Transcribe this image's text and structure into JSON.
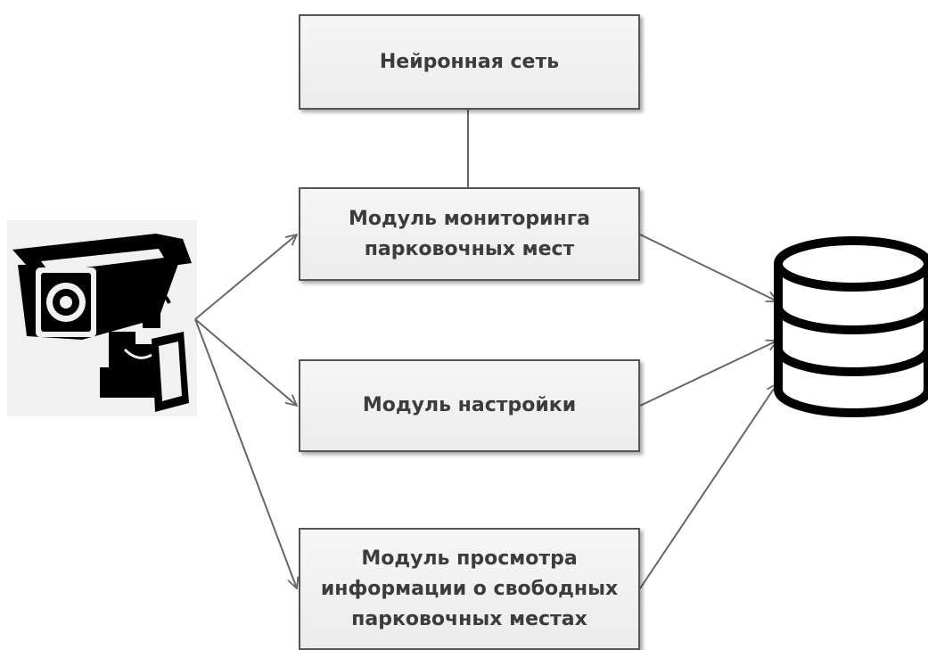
{
  "diagram": {
    "nodes": [
      {
        "id": "neural-network",
        "label": "Нейронная сеть"
      },
      {
        "id": "monitoring-module",
        "label": "Модуль мониторинга\nпарковочных мест"
      },
      {
        "id": "settings-module",
        "label": "Модуль настройки"
      },
      {
        "id": "viewing-module",
        "label": "Модуль просмотра\nинформации о свободных\nпарковочных местах"
      }
    ],
    "icons": {
      "camera": "security-camera-icon",
      "database": "database-icon"
    },
    "edges": [
      {
        "from": "neural-network",
        "to": "monitoring-module",
        "arrow": false
      },
      {
        "from": "camera",
        "to": "monitoring-module",
        "arrow": true
      },
      {
        "from": "camera",
        "to": "settings-module",
        "arrow": true
      },
      {
        "from": "camera",
        "to": "viewing-module",
        "arrow": true
      },
      {
        "from": "monitoring-module",
        "to": "database",
        "arrow": true
      },
      {
        "from": "settings-module",
        "to": "database",
        "arrow": true
      },
      {
        "from": "viewing-module",
        "to": "database",
        "arrow": true
      }
    ],
    "colors": {
      "box_border": "#555555",
      "box_fill": "#f0f0f0",
      "text": "#3c3c3c",
      "line": "#666666",
      "icon": "#000000"
    }
  }
}
